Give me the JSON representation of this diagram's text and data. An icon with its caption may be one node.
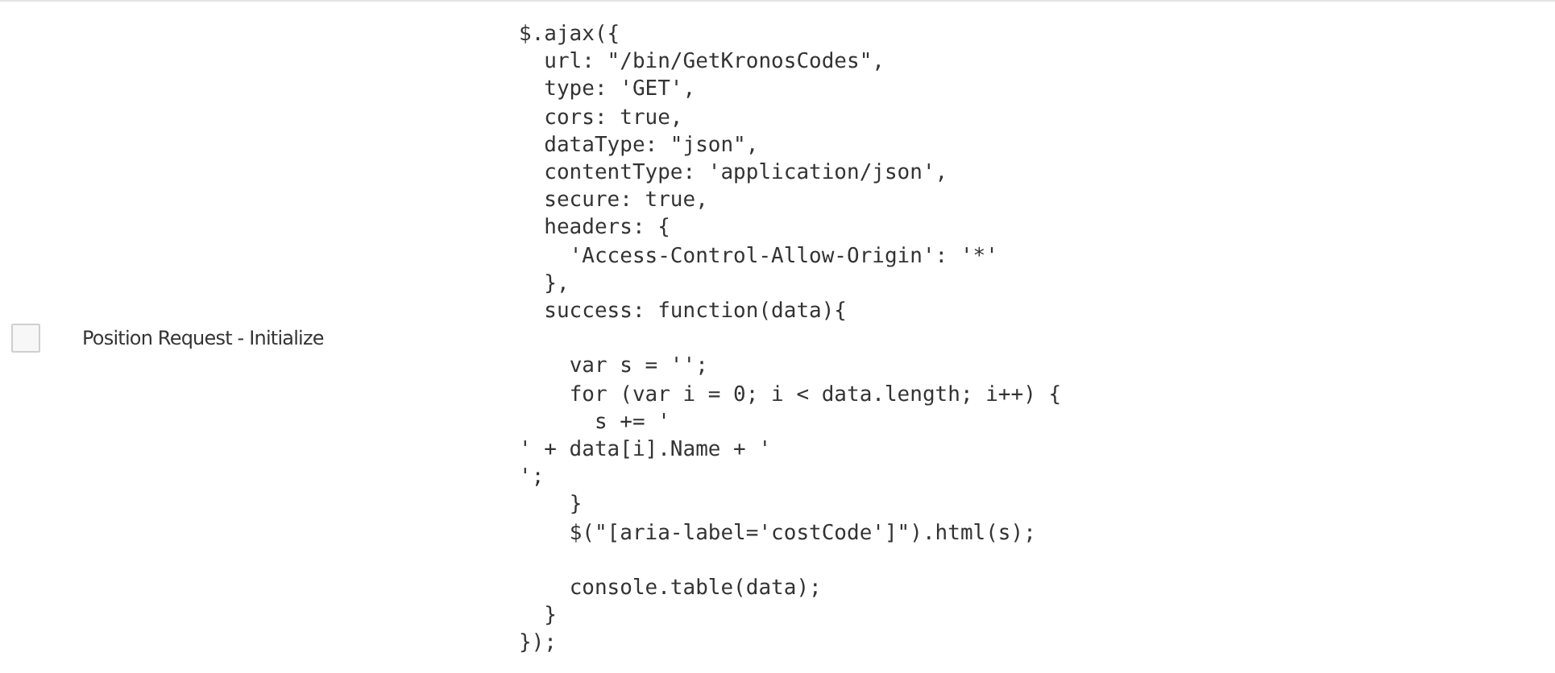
{
  "diagram": {
    "labels": [
      "Position Request - Initialize",
      "$.ajax({",
      "url: \"/bin/GetKronosCodes\",",
      "type: 'GET',",
      "cors: true,",
      "dataType: \"json\",",
      "contentType: 'application/json',",
      "secure: true,",
      "headers: {",
      "'Access-Control-Allow-Origin': '*'",
      "},",
      "success: function(data){",
      "var s = '';",
      "for (var i = 0; i < data.length; i++) {",
      "s += '",
      "' + data[i].Name + '",
      "';",
      "}",
      "$(\"[aria-label='costCode']\").html(s);",
      "console.table(data);",
      "}",
      "});"
    ]
  }
}
